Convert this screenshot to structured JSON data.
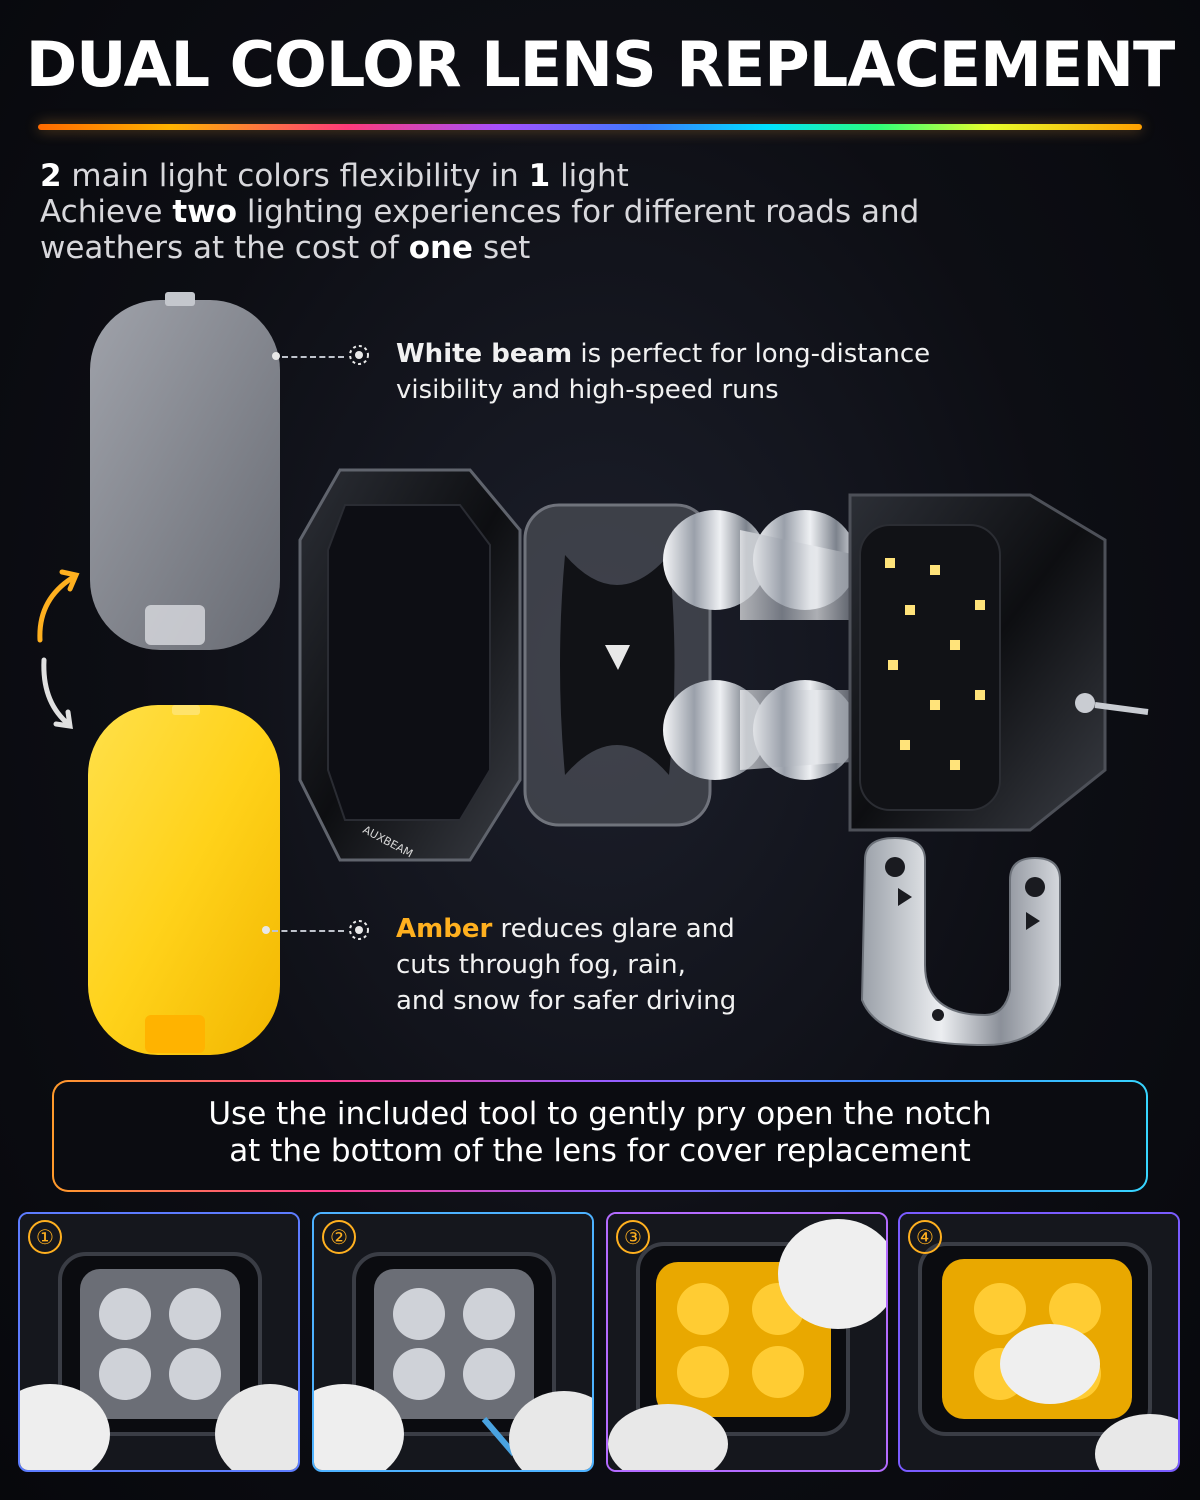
{
  "header": {
    "title": "DUAL COLOR LENS REPLACEMENT"
  },
  "intro": {
    "line1": [
      "2",
      " main light colors flexibility in ",
      "1",
      " light"
    ],
    "line2": [
      "Achieve ",
      "two",
      " lighting experiences for different roads and"
    ],
    "line3": [
      "weathers at the cost of ",
      "one",
      " set"
    ]
  },
  "callouts": {
    "white": {
      "bold": "White beam",
      "rest": " is perfect for long-distance",
      "line2": "visibility and high-speed runs"
    },
    "amber": {
      "bold": "Amber",
      "rest": " reduces glare and",
      "line2": "cuts through fog, rain,",
      "line3": "and snow for safer driving"
    }
  },
  "product": {
    "brand": "AUXBEAM"
  },
  "tip": {
    "line1": "Use the included tool to gently pry open the notch",
    "line2": "at the bottom of the lens for cover replacement"
  },
  "steps": [
    {
      "num": "①",
      "lens": "clear"
    },
    {
      "num": "②",
      "lens": "clear"
    },
    {
      "num": "③",
      "lens": "amber"
    },
    {
      "num": "④",
      "lens": "amber"
    }
  ],
  "colors": {
    "accent_amber": "#ffb01f",
    "lens_yellow": "#ffd21a",
    "lens_gray": "#8f929b",
    "background": "#0d0e14"
  },
  "icons": [
    "swap-arrows-icon",
    "target-dot-icon"
  ]
}
